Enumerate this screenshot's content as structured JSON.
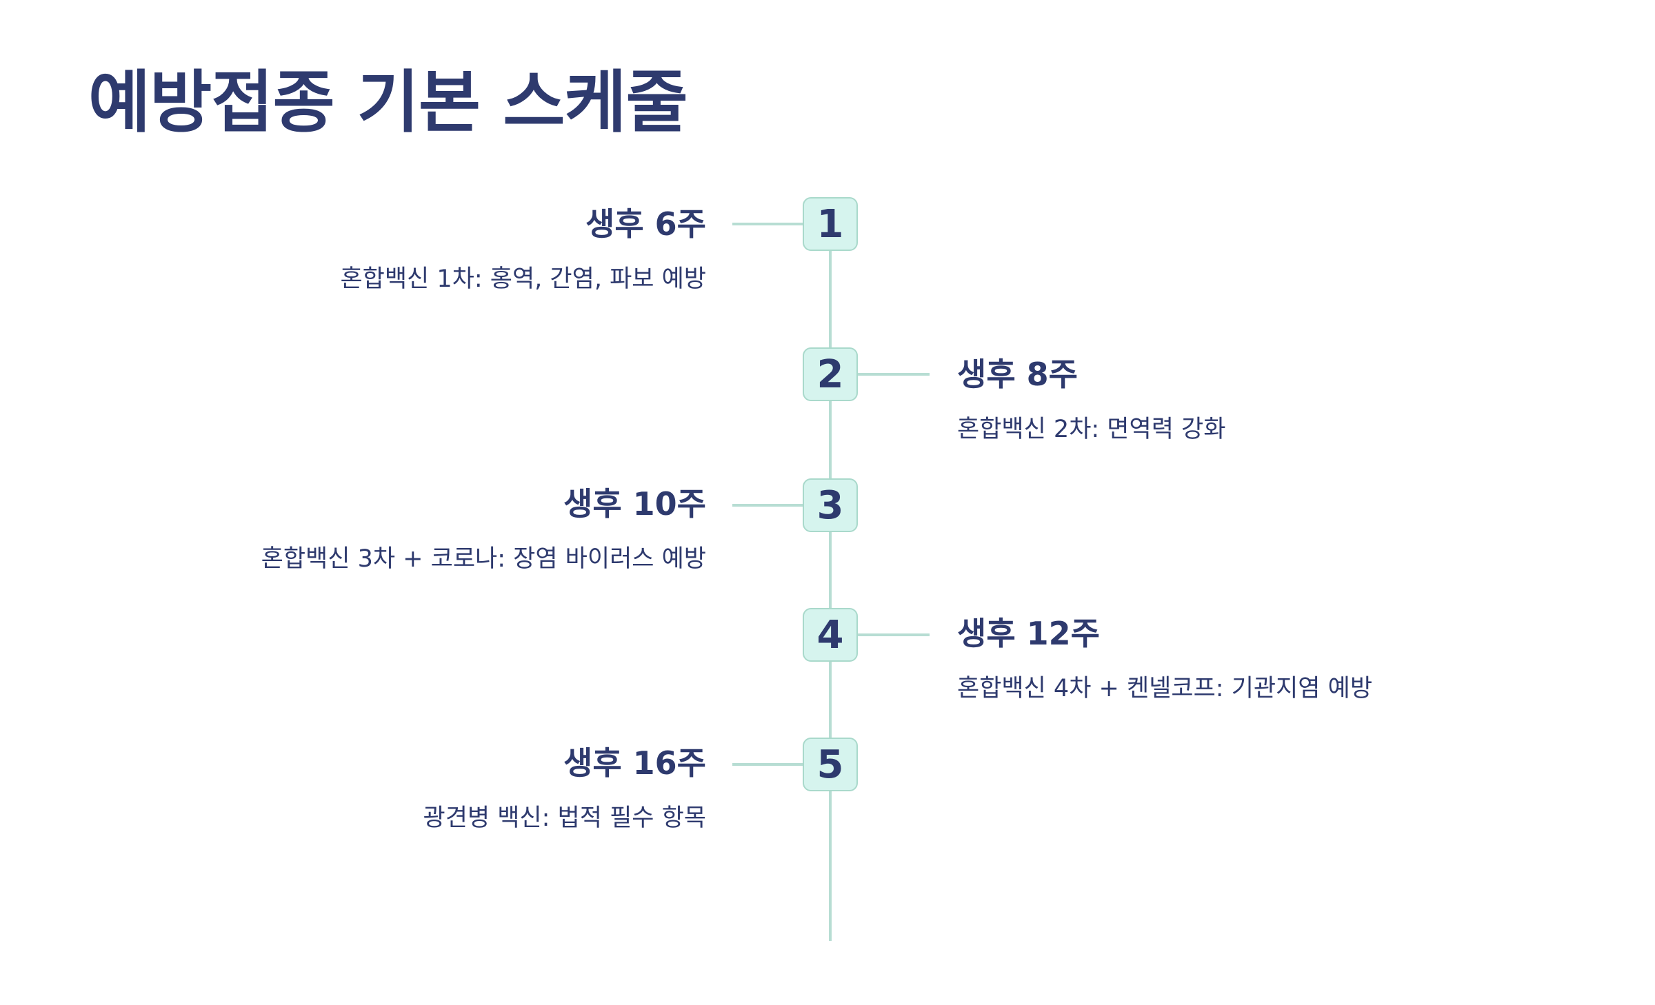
{
  "title": "예방접종 기본 스케줄",
  "colors": {
    "text": "#2e3a6e",
    "line": "#b7ddd3",
    "badge_fill": "#d6f4ee",
    "badge_border": "#a9d9cb"
  },
  "steps": [
    {
      "number": "1",
      "heading": "생후 6주",
      "description": "혼합백신 1차: 홍역, 간염, 파보 예방",
      "side": "left"
    },
    {
      "number": "2",
      "heading": "생후 8주",
      "description": "혼합백신 2차: 면역력 강화",
      "side": "right"
    },
    {
      "number": "3",
      "heading": "생후 10주",
      "description": "혼합백신 3차 + 코로나: 장염 바이러스 예방",
      "side": "left"
    },
    {
      "number": "4",
      "heading": "생후 12주",
      "description": "혼합백신 4차 + 켄넬코프: 기관지염 예방",
      "side": "right"
    },
    {
      "number": "5",
      "heading": "생후 16주",
      "description": "광견병 백신: 법적 필수 항목",
      "side": "left"
    }
  ]
}
